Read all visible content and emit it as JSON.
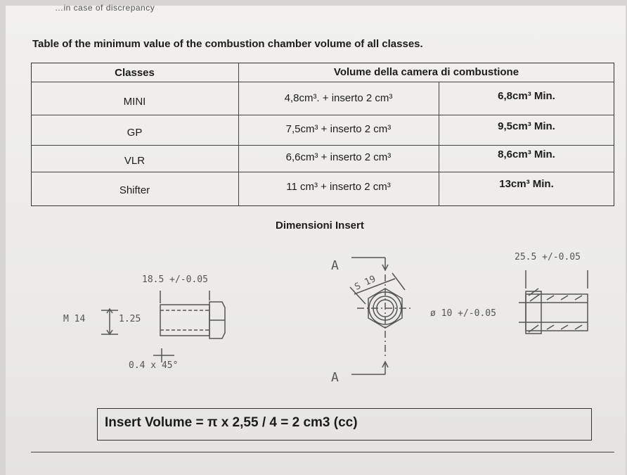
{
  "page": {
    "top_partial_text": "…in case of discrepancy",
    "heading": "Table of the minimum value of the combustion chamber volume of all classes."
  },
  "table": {
    "header": {
      "classes": "Classes",
      "volume": "Volume della camera di combustione"
    },
    "rows": [
      {
        "class": "MINI",
        "base": "4,8cm³. + inserto 2 cm³",
        "min": "6,8cm³  Min."
      },
      {
        "class": "GP",
        "base": "7,5cm³  + inserto 2 cm³",
        "min": "9,5cm³  Min."
      },
      {
        "class": "VLR",
        "base": "6,6cm³  + inserto 2 cm³",
        "min": "8,6cm³ Min."
      },
      {
        "class": "Shifter",
        "base": "11 cm³  + inserto 2 cm³",
        "min": "13cm³  Min."
      }
    ]
  },
  "insert": {
    "title": "Dimensioni Insert",
    "left_drawing": {
      "length_dim": "18.5  +/-0.05",
      "thread": "M 14",
      "pitch": "1.25",
      "chamfer": "0.4  x  45°"
    },
    "center_drawing": {
      "section_top": "A",
      "section_bottom": "A",
      "hex": "S 19"
    },
    "right_drawing": {
      "length_dim": "25.5  +/-0.05",
      "bore": "ø 10  +/-0.05"
    }
  },
  "formula": "Insert Volume =  π x 2,55 / 4 = 2 cm3 (cc)"
}
